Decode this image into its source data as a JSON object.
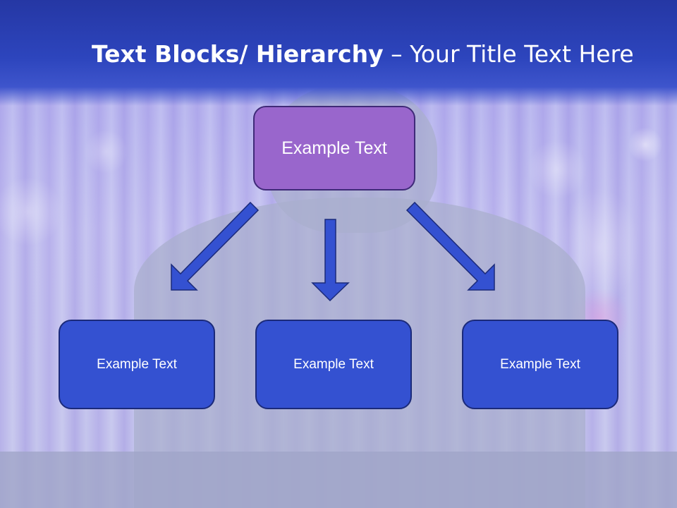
{
  "slide": {
    "title_bold": "Text Blocks/ Hierarchy",
    "title_rest": " – Your Title Text Here"
  },
  "diagram": {
    "top_box": "Example Text",
    "children": [
      "Example Text",
      "Example Text",
      "Example Text"
    ]
  },
  "colors": {
    "header": "#2d45bd",
    "top_box": "#9966cc",
    "child_box": "#3451d1",
    "arrow": "#3451d1",
    "outline": "#1b2a7a"
  }
}
